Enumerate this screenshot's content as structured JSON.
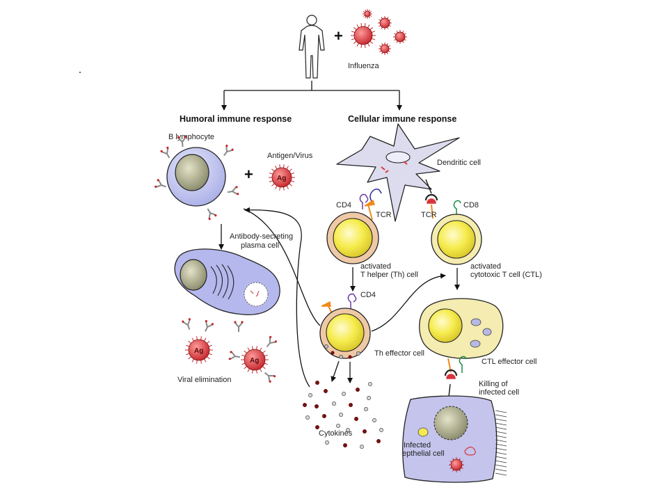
{
  "labels": {
    "influenza": "Influenza",
    "humoral": "Humoral immune response",
    "cellular": "Cellular immune response",
    "b_lymphocyte": "B lymphocyte",
    "antigen_virus": "Antigen/Virus",
    "ag": "Ag",
    "plasma_1": "Antibody-secreting",
    "plasma_2": "plasma cell",
    "viral_elimination": "Viral elimination",
    "dendritic_cell": "Dendritic cell",
    "cd4": "CD4",
    "tcr": "TCR",
    "cd8": "CD8",
    "th_1": "activated",
    "th_2": "T helper (Th) cell",
    "ctl_1": "activated",
    "ctl_2": "cytotoxic T cell (CTL)",
    "th_effector": "Th effector cell",
    "ctl_effector": "CTL effector cell",
    "killing_1": "Killing of",
    "killing_2": "infected cell",
    "cytokines": "Cytokines",
    "infected_1": "Infected",
    "infected_2": "epthelial cell",
    "plus": "+"
  },
  "colors": {
    "virus_red": "#d8343a",
    "b_cell": "#c9cdf2",
    "nucleus_gray": "#9c9c82",
    "t_cell_yellow": "#f4ea52",
    "t_cell_ring": "#efc9a6",
    "ctl_ring": "#f4ecb0",
    "dendritic": "#dcdcee",
    "epithelial": "#c4c4ec"
  }
}
